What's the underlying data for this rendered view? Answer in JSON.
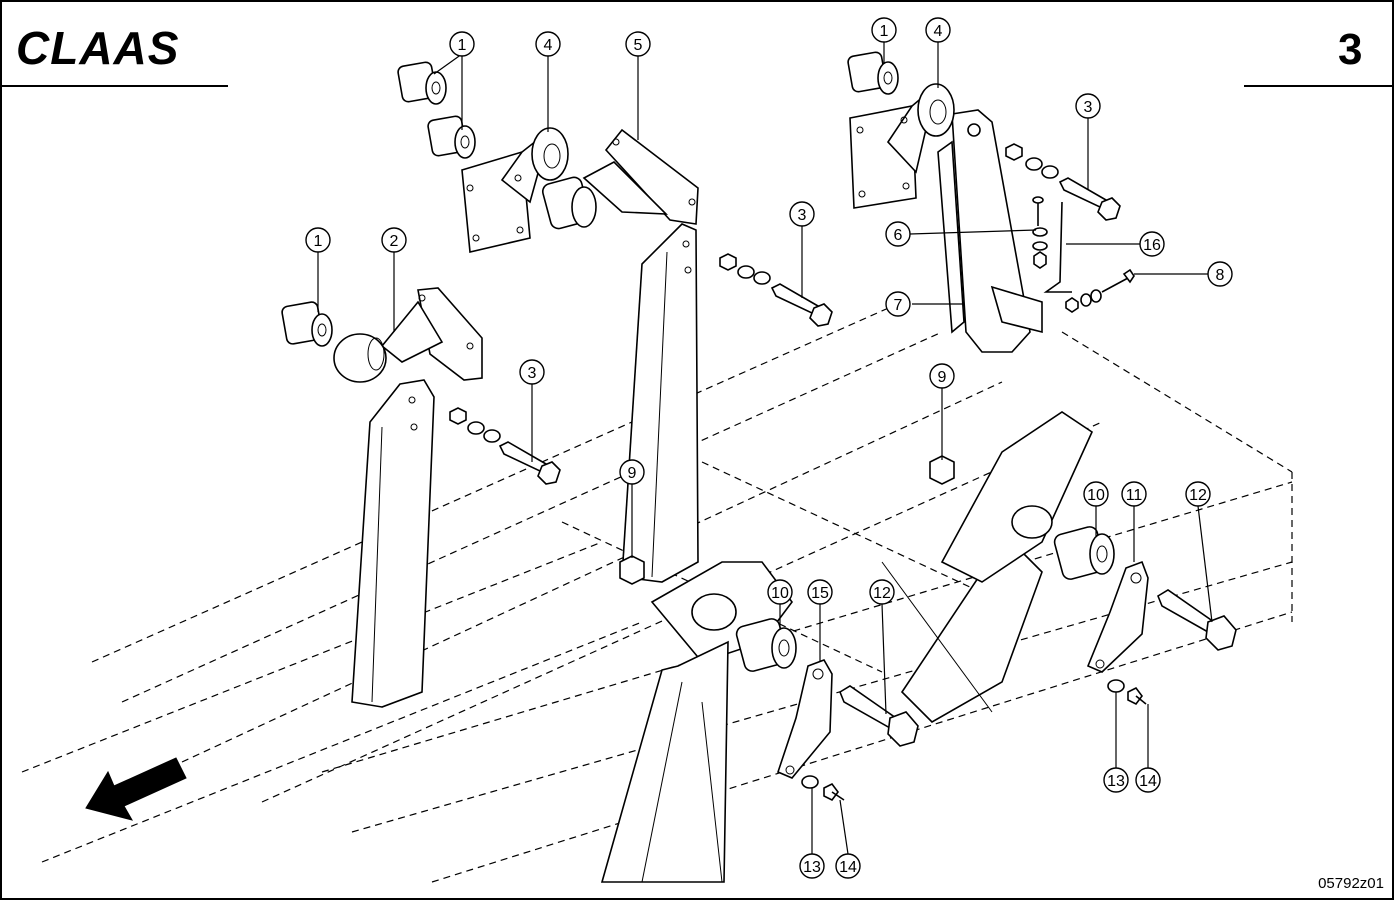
{
  "header": {
    "brand": "CLAAS",
    "page_number": "3"
  },
  "drawing_number": "05792z01",
  "colors": {
    "ink": "#000000",
    "paper": "#ffffff"
  },
  "callouts": [
    {
      "id": "c1a",
      "label": "1"
    },
    {
      "id": "c4a",
      "label": "4"
    },
    {
      "id": "c5",
      "label": "5"
    },
    {
      "id": "c1b",
      "label": "1"
    },
    {
      "id": "c4b",
      "label": "4"
    },
    {
      "id": "c3a",
      "label": "3"
    },
    {
      "id": "c3b",
      "label": "3"
    },
    {
      "id": "c1c",
      "label": "1"
    },
    {
      "id": "c2",
      "label": "2"
    },
    {
      "id": "c6",
      "label": "6"
    },
    {
      "id": "c16",
      "label": "16"
    },
    {
      "id": "c8",
      "label": "8"
    },
    {
      "id": "c7",
      "label": "7"
    },
    {
      "id": "c3c",
      "label": "3"
    },
    {
      "id": "c9a",
      "label": "9"
    },
    {
      "id": "c9b",
      "label": "9"
    },
    {
      "id": "c10a",
      "label": "10"
    },
    {
      "id": "c11",
      "label": "11"
    },
    {
      "id": "c12a",
      "label": "12"
    },
    {
      "id": "c10b",
      "label": "10"
    },
    {
      "id": "c15",
      "label": "15"
    },
    {
      "id": "c12b",
      "label": "12"
    },
    {
      "id": "c13a",
      "label": "13"
    },
    {
      "id": "c14a",
      "label": "14"
    },
    {
      "id": "c13b",
      "label": "13"
    },
    {
      "id": "c14b",
      "label": "14"
    }
  ]
}
